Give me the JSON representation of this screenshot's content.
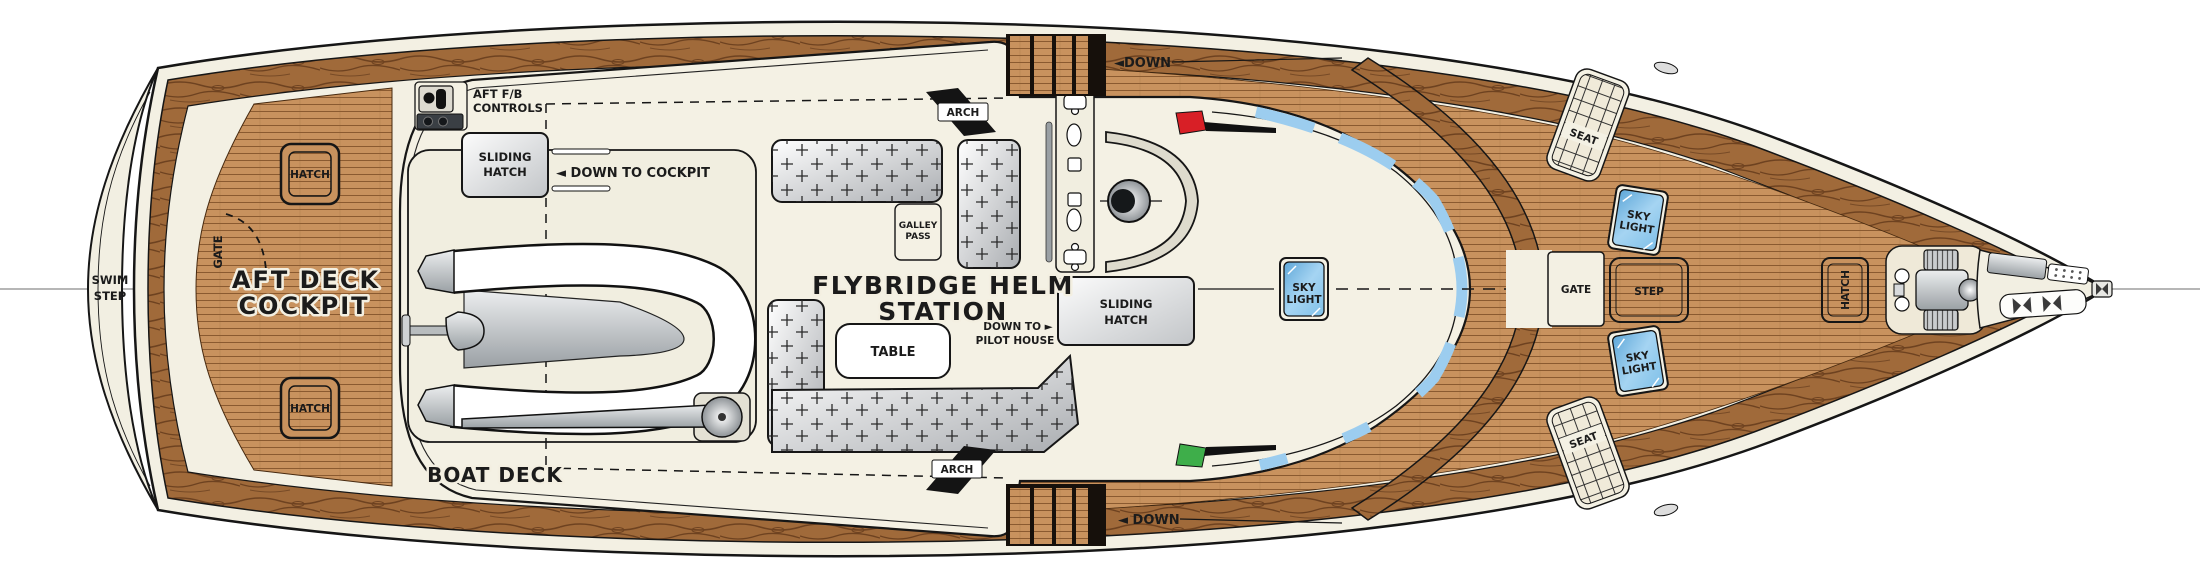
{
  "colors": {
    "teak": "#c8925e",
    "plank_line": "#8a5a30",
    "caprail": "#a06a3a",
    "caprail_grain": "#6e4220",
    "cream": "#f4f1e4",
    "outline": "#161616",
    "cushion_gray": "#aaadb1",
    "skylight_blue": "#7fc0e8",
    "nav_red": "#d81f26",
    "nav_green": "#3eae4a"
  },
  "stern": {
    "swim_step": [
      "SWIM",
      "STEP"
    ],
    "gate": "GATE",
    "hatch_top": "HATCH",
    "hatch_bottom": "HATCH",
    "deck_label": [
      "AFT DECK",
      "COCKPIT"
    ]
  },
  "boat_deck": {
    "aft_controls": [
      "AFT F/B",
      "CONTROLS"
    ],
    "sliding_hatch": [
      "SLIDING",
      "HATCH"
    ],
    "down_to_cockpit": "◄ DOWN TO COCKPIT",
    "label": "BOAT DECK"
  },
  "flybridge": {
    "title": [
      "FLYBRIDGE HELM",
      "STATION"
    ],
    "galley_pass": [
      "GALLEY",
      "PASS"
    ],
    "table": "TABLE",
    "down_to_pilot_house": [
      "DOWN TO ►",
      "PILOT HOUSE"
    ],
    "sliding_hatch": [
      "SLIDING",
      "HATCH"
    ],
    "skylight": [
      "SKY",
      "LIGHT"
    ]
  },
  "side_decks": {
    "arch_top": "ARCH",
    "arch_bottom": "ARCH",
    "down_top": "◄DOWN",
    "down_bottom": "◄ DOWN"
  },
  "foredeck": {
    "gate": "GATE",
    "step": "STEP",
    "seat_top": "SEAT",
    "seat_bottom": "SEAT",
    "skylight_top": [
      "SKY",
      "LIGHT"
    ],
    "skylight_bottom": [
      "SKY",
      "LIGHT"
    ],
    "bow_hatch": "HATCH"
  }
}
